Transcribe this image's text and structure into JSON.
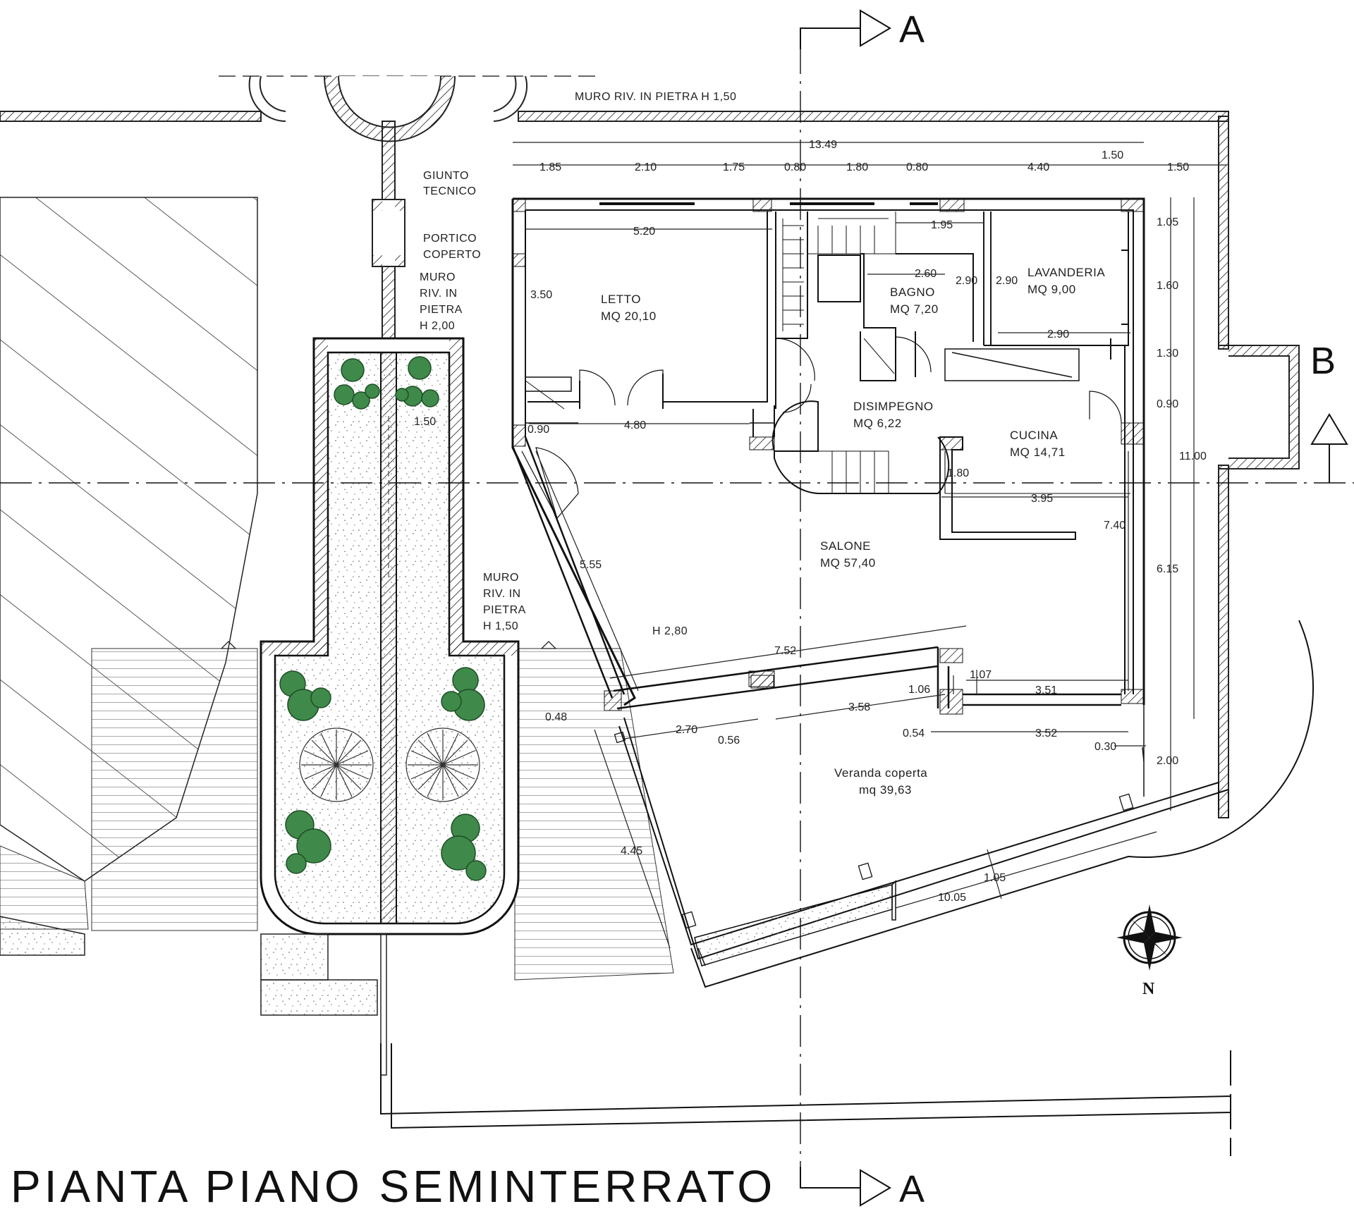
{
  "title": "PIANTA PIANO SEMINTERRATO",
  "section_marks": {
    "a_top": "A",
    "a_bottom": "A",
    "b": "B"
  },
  "north_label": "N",
  "rooms": {
    "letto": {
      "name": "LETTO",
      "area": "MQ 20,10"
    },
    "bagno": {
      "name": "BAGNO",
      "area": "MQ 7,20"
    },
    "lavanderia": {
      "name": "LAVANDERIA",
      "area": "MQ 9,00"
    },
    "disimpegno": {
      "name": "DISIMPEGNO",
      "area": "MQ 6,22"
    },
    "cucina": {
      "name": "CUCINA",
      "area": "MQ 14,71"
    },
    "salone": {
      "name": "SALONE",
      "area": "MQ 57,40"
    },
    "veranda": {
      "name": "Veranda coperta",
      "area": "mq 39,63"
    }
  },
  "notes": {
    "muro_top": "MURO RIV. IN PIETRA H 1,50",
    "giunto": [
      "GIUNTO",
      "TECNICO"
    ],
    "portico": [
      "PORTICO",
      "COPERTO"
    ],
    "muro_left": [
      "MURO",
      "RIV. IN",
      "PIETRA",
      "H 2,00"
    ],
    "muro_center": [
      "MURO",
      "RIV. IN",
      "PIETRA",
      "H 1,50"
    ],
    "height": "H 2,80"
  },
  "dimensions": {
    "total_top": "13.49",
    "chain_top": [
      "1.85",
      "2.10",
      "1.75",
      "0.80",
      "1.80",
      "0.80",
      "4.40",
      "1.50",
      "1.50"
    ],
    "letto_w": "5.20",
    "letto_h": "3.50",
    "letto_bottom": "4.80",
    "d_090": "0.90",
    "stair_195": "1.95",
    "bagno_w": "2.60",
    "bagno_h": "2.90",
    "lav_h": "2.90",
    "lav_w": "2.90",
    "right_chain": [
      "1.05",
      "1.60",
      "1.30",
      "0.90",
      "6.15",
      "2.00"
    ],
    "right_total": "11.00",
    "cucina_180": "1.80",
    "cucina_395": "3.95",
    "cucina_740": "7.40",
    "salone_555": "5.55",
    "veranda_752": "7.52",
    "d_107": "1.07",
    "d_106": "1.06",
    "d_351": "3.51",
    "d_358": "3.58",
    "d_270": "2.70",
    "d_056": "0.56",
    "d_054": "0.54",
    "d_352": "3.52",
    "d_048": "0.48",
    "d_030": "0.30",
    "d_445": "4.45",
    "d_105": "1.05",
    "d_1005": "10.05",
    "d_150_planter": "1.50"
  }
}
